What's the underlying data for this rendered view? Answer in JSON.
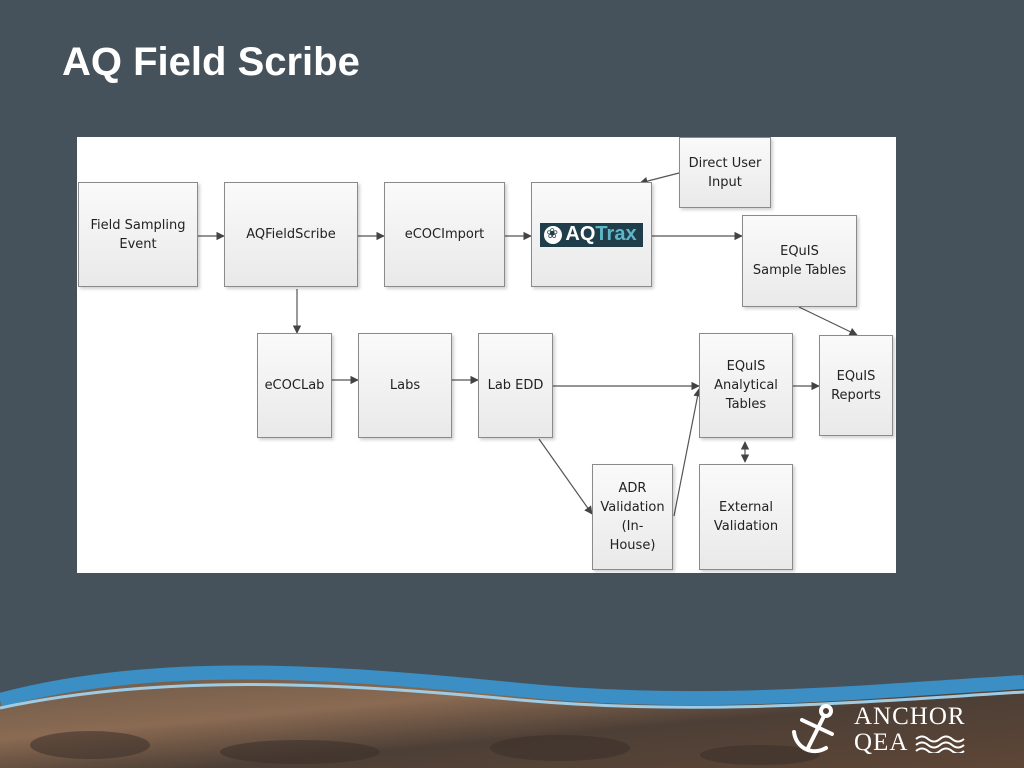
{
  "slide": {
    "title": "AQ Field Scribe"
  },
  "nodes": {
    "field_sampling_event": "Field Sampling\nEvent",
    "aqfieldscribe": "AQFieldScribe",
    "ecocimport": "eCOCImport",
    "aqtrax": {
      "logo_text_aq": "AQ",
      "logo_text_trax": "Trax"
    },
    "direct_user_input": "Direct User\nInput",
    "equis_sample_tables": "EQuIS\nSample Tables",
    "ecoclab": "eCOCLab",
    "labs": "Labs",
    "lab_edd": "Lab EDD",
    "equis_analytical_tables": "EQuIS\nAnalytical\nTables",
    "equis_reports": "EQuIS\nReports",
    "adr_validation": "ADR\nValidation\n(In-\nHouse)",
    "external_validation": "External\nValidation"
  },
  "brand": {
    "line1": "ANCHOR",
    "line2": "QEA"
  },
  "colors": {
    "background": "#46525b",
    "aqtrax_logo_bg": "#1f3e4a",
    "aqtrax_logo_accent": "#5fb6c9",
    "wave_blue": "#3b8fc4"
  }
}
